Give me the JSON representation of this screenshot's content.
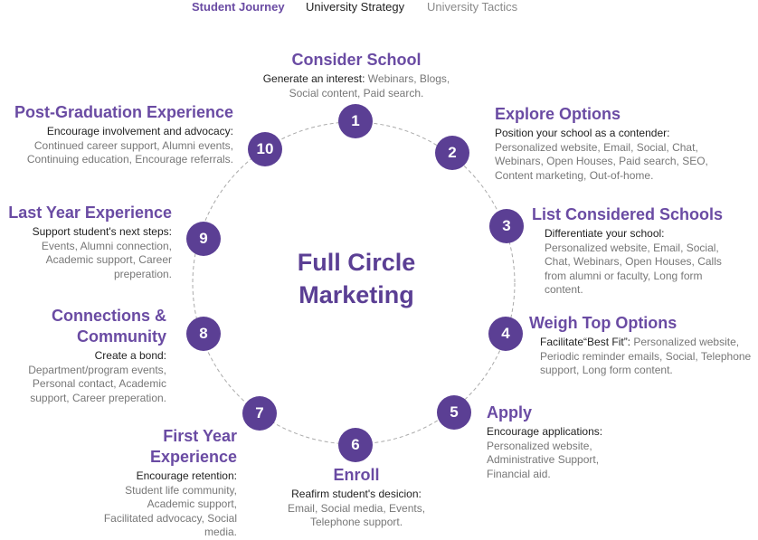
{
  "tabs": [
    {
      "label": "Student Journey",
      "state": "active"
    },
    {
      "label": "University Strategy",
      "state": "normal"
    },
    {
      "label": "University Tactics",
      "state": "muted"
    }
  ],
  "center": {
    "line1": "Full Circle",
    "line2": "Marketing"
  },
  "colors": {
    "accent": "#5b3f94",
    "heading": "#6a4ba3",
    "body": "#777777"
  },
  "steps": [
    {
      "num": "1",
      "title": "Consider School",
      "sub": "Generate an interest:",
      "body": "Webinars, Blogs, Social content, Paid search."
    },
    {
      "num": "2",
      "title": "Explore Options",
      "sub": "Position your school as a contender:",
      "body": "Personalized website, Email, Social, Chat, Webinars, Open Houses, Paid search, SEO, Content marketing, Out-of-home."
    },
    {
      "num": "3",
      "title": "List Considered Schools",
      "sub": "Differentiate your school:",
      "body": "Personalized website, Email, Social, Chat, Webinars, Open Houses, Calls from alumni or faculty, Long form content."
    },
    {
      "num": "4",
      "title": "Weigh Top Options",
      "sub": "Facilitate“Best Fit”:",
      "body": "Personalized website, Periodic reminder emails, Social, Telephone support, Long form content."
    },
    {
      "num": "5",
      "title": "Apply",
      "sub": "Encourage applications:",
      "body": "Personalized website, Administrative Support, Financial aid."
    },
    {
      "num": "6",
      "title": "Enroll",
      "sub": "Reafirm student's desicion:",
      "body": "Email, Social media, Events, Telephone support."
    },
    {
      "num": "7",
      "title": "First Year Experience",
      "sub": "Encourage retention:",
      "body": "Student life community, Academic support, Facilitated advocacy, Social media."
    },
    {
      "num": "8",
      "title": "Connections & Community",
      "sub": "Create a bond:",
      "body": "Department/program events, Personal contact, Academic support, Career preperation."
    },
    {
      "num": "9",
      "title": "Last Year Experience",
      "sub": "Support student's next steps:",
      "body": "Events, Alumni connection, Academic support, Career preperation."
    },
    {
      "num": "10",
      "title": "Post-Graduation Experience",
      "sub": "Encourage involvement and advocacy:",
      "body": "Continued career support, Alumni events, Continuing education, Encourage referrals."
    }
  ]
}
